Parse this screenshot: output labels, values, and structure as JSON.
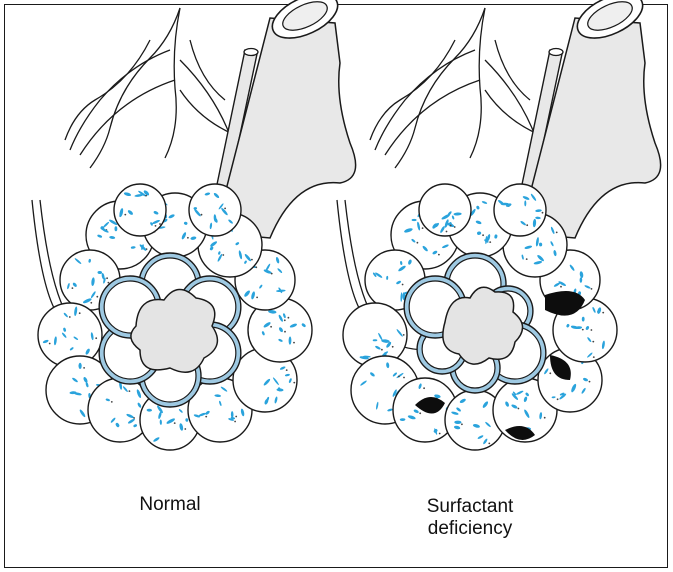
{
  "figure": {
    "panels": [
      {
        "id": "normal",
        "label": "Normal"
      },
      {
        "id": "surfactant",
        "label_line1": "Surfactant",
        "label_line2": "deficiency"
      }
    ]
  },
  "colors": {
    "stroke": "#1a1a1a",
    "alveolus_fill": "#ffffff",
    "surfactant_fleck": "#2aa3dc",
    "lining_blue": "#9ec9e2",
    "airspace_gray": "#e4e4e4",
    "tube_gray": "#e8e8e8",
    "collapse_black": "#0d0d0d"
  }
}
